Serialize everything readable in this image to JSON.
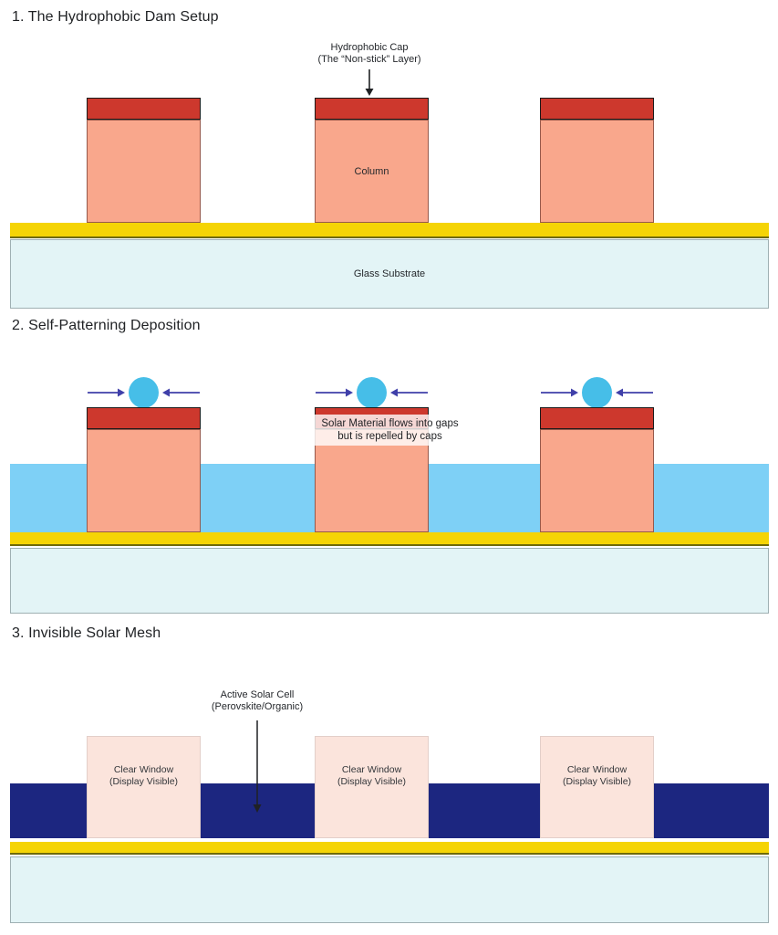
{
  "diagram": {
    "step1": {
      "title": "1. The Hydrophobic Dam Setup",
      "cap_label": {
        "line1": "Hydrophobic Cap",
        "line2": "(The “Non-stick” Layer)"
      },
      "column_label": "Column",
      "substrate_label": "Glass Substrate"
    },
    "step2": {
      "title": "2. Self-Patterning Deposition",
      "note": {
        "line1": "Solar Material flows into gaps",
        "line2": "but is repelled by caps"
      }
    },
    "step3": {
      "title": "3. Invisible Solar Mesh",
      "cell_label": {
        "line1": "Active Solar Cell",
        "line2": "(Perovskite/Organic)"
      },
      "window_label": {
        "line1": "Clear Window",
        "line2": "(Display Visible)"
      }
    },
    "colors": {
      "cap_red": "#cd382d",
      "column_salmon": "#f9a78c",
      "conductive_band_yellow": "#f5d405",
      "glass_substrate_cyan": "#e3f4f6",
      "solar_liquid_blue": "#7ed0f6",
      "droplet_blue": "#46bee8",
      "flow_arrow_indigo": "#3f3fa9",
      "solar_mesh_navy": "#1c2680",
      "clear_window_pink": "#fbe4dc"
    }
  }
}
